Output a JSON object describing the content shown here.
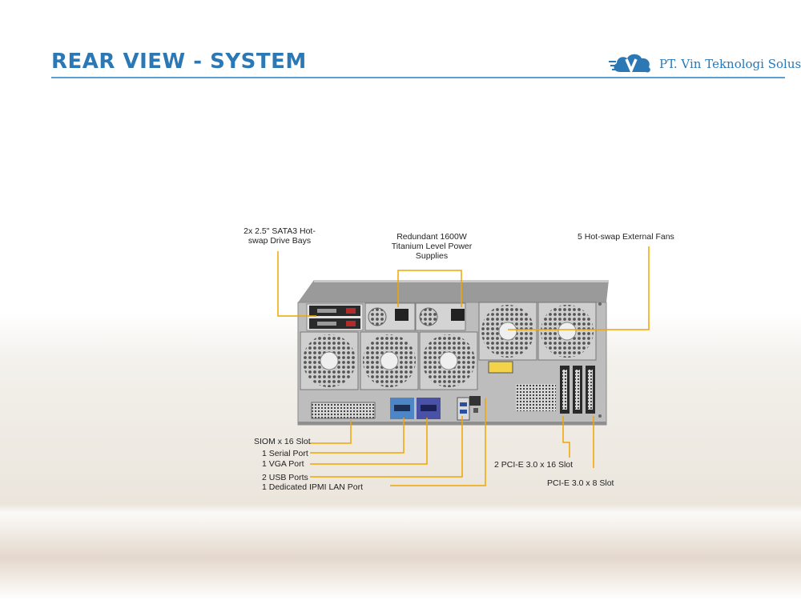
{
  "header": {
    "title": "REAR VIEW - SYSTEM",
    "logo_text": "PT. Vin Teknologi Solusi",
    "logo_icon": "cloud-v-icon"
  },
  "colors": {
    "title_blue": "#2b78b5",
    "callout_orange": "#f0a500",
    "chassis_gray": "#b9b9b9"
  },
  "callouts": {
    "drive_bays": "2x 2.5\" SATA3 Hot-swap Drive Bays",
    "power_supplies": "Redundant 1600W Titanium Level Power Supplies",
    "fans": "5 Hot-swap External Fans",
    "siom": "SIOM x 16 Slot",
    "serial": "1 Serial Port",
    "vga": "1 VGA Port",
    "usb": "2 USB Ports",
    "ipmi": "1 Dedicated IPMI LAN Port",
    "pcie16": "2 PCI-E 3.0 x 16 Slot",
    "pcie8": "PCI-E 3.0 x 8 Slot"
  }
}
